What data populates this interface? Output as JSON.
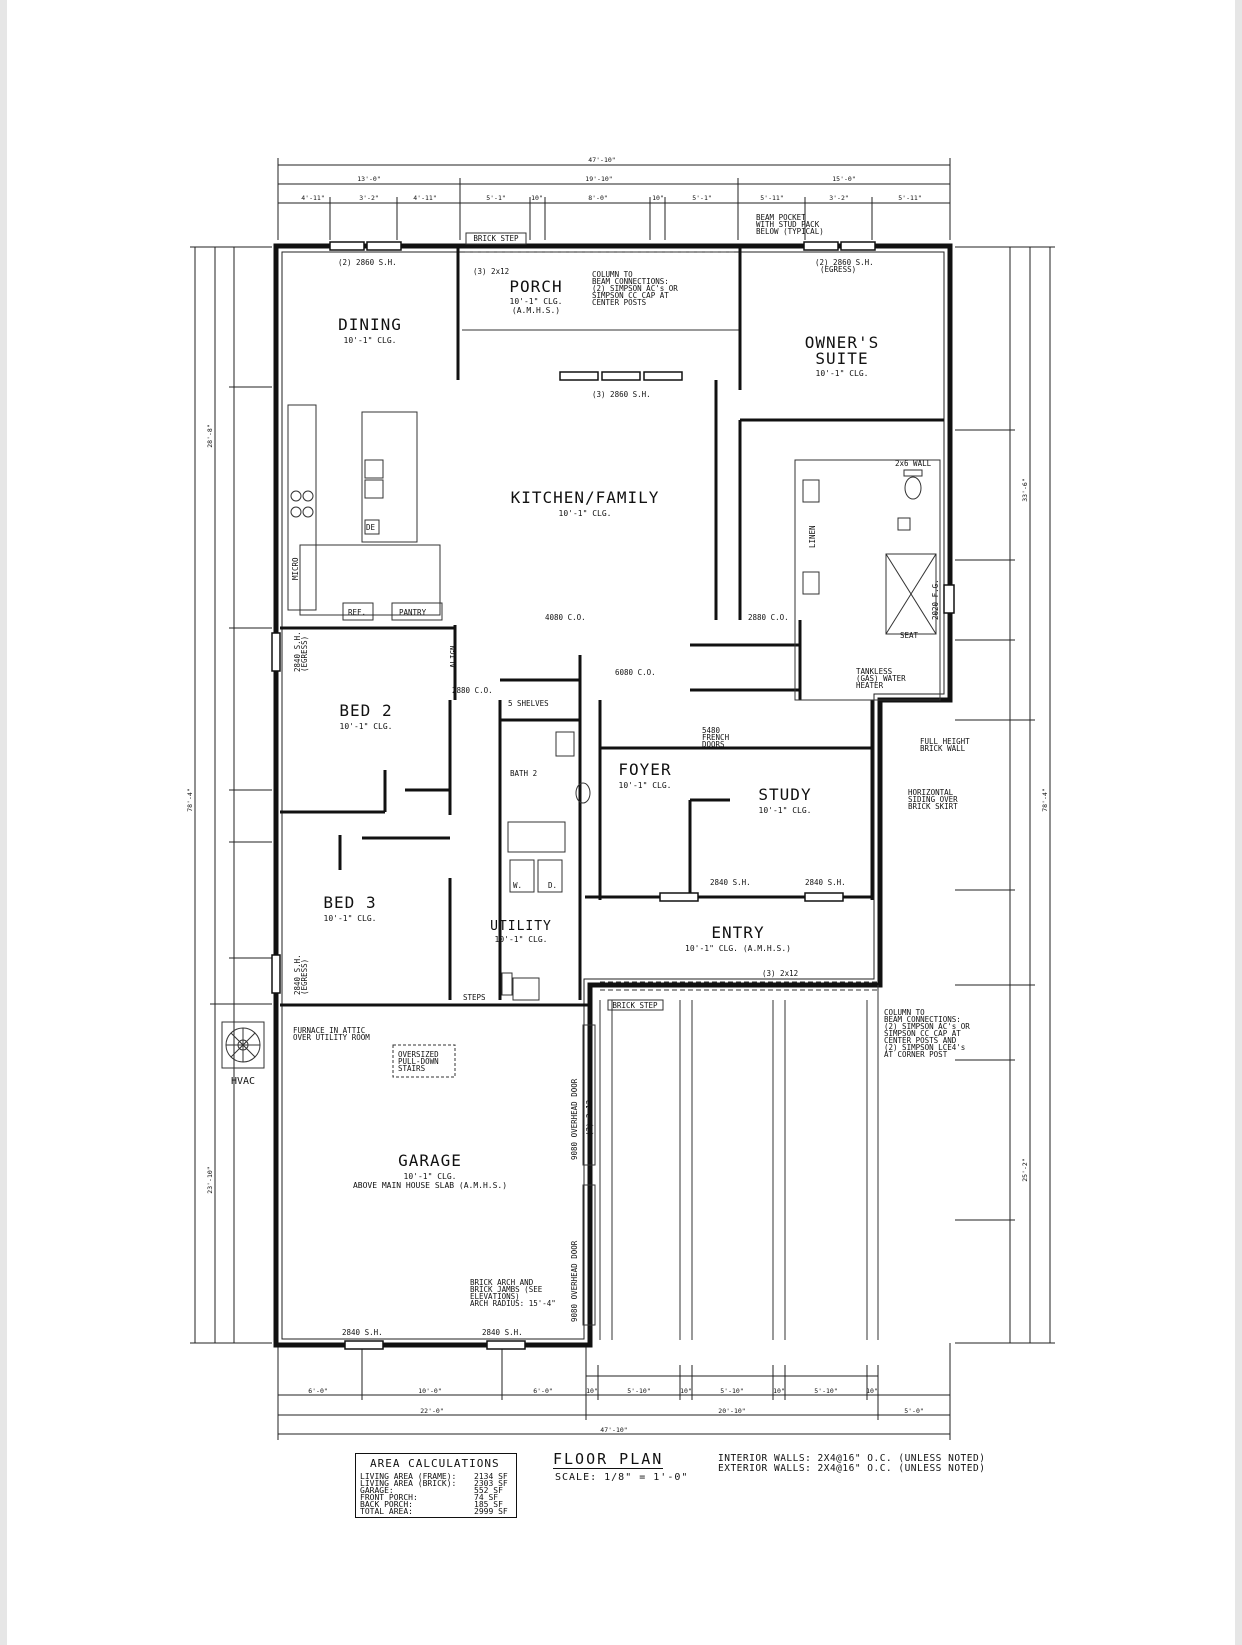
{
  "rooms": {
    "porch": {
      "name": "PORCH",
      "clg": "10'-1\" CLG.",
      "note": "(A.M.H.S.)"
    },
    "dining": {
      "name": "DINING",
      "clg": "10'-1\" CLG."
    },
    "owners": {
      "name1": "OWNER'S",
      "name2": "SUITE",
      "clg": "10'-1\" CLG."
    },
    "kitchen": {
      "name": "KITCHEN/FAMILY",
      "clg": "10'-1\" CLG."
    },
    "bed2": {
      "name": "BED 2",
      "clg": "10'-1\" CLG."
    },
    "foyer": {
      "name": "FOYER",
      "clg": "10'-1\" CLG."
    },
    "study": {
      "name": "STUDY",
      "clg": "10'-1\" CLG."
    },
    "bed3": {
      "name": "BED 3",
      "clg": "10'-1\" CLG."
    },
    "utility": {
      "name": "UTILITY",
      "clg": "10'-1\" CLG."
    },
    "entry": {
      "name": "ENTRY",
      "clg": "10'-1\" CLG. (A.M.H.S.)"
    },
    "garage": {
      "name": "GARAGE",
      "clg": "10'-1\" CLG.",
      "note": "ABOVE MAIN HOUSE SLAB (A.M.H.S.)"
    },
    "bath2": {
      "name": "BATH 2"
    },
    "hvac": {
      "name": "HVAC"
    }
  },
  "labels": {
    "brick_step_top": "BRICK STEP",
    "brick_step_bottom": "BRICK STEP",
    "beam_pocket": [
      "BEAM POCKET",
      "WITH STUD PACK",
      "BELOW (TYPICAL)"
    ],
    "column_top": [
      "COLUMN TO",
      "BEAM CONNECTIONS:",
      "(2) SIMPSON AC's OR",
      "SIMPSON CC CAP AT",
      "CENTER POSTS"
    ],
    "column_bottom": [
      "COLUMN TO",
      "BEAM CONNECTIONS:",
      "(2) SIMPSON AC's OR",
      "SIMPSON CC CAP AT",
      "CENTER POSTS AND",
      "(2) SIMPSON LCE4's",
      "AT CORNER POST"
    ],
    "win_dining": "(2) 2860 S.H.",
    "win_owners": [
      "(2) 2860 S.H.",
      "(EGRESS)"
    ],
    "win_kitchen": "(3) 2860 S.H.",
    "three_2x12_top": "(3) 2x12",
    "three_2x12_entry": "(3) 2x12",
    "micro": "MICRO",
    "ref": "REF.",
    "pantry": "PANTRY",
    "de": "DE",
    "linen": "LINEN",
    "co_4080": "4080 C.O.",
    "co_2880": "2880 C.O.",
    "co_6080": "6080 C.O.",
    "co_2880_b": "2880 C.O.",
    "shelves": "5 SHELVES",
    "align": "ALIGN",
    "french": [
      "5480",
      "FRENCH",
      "DOORS"
    ],
    "full_height": [
      "FULL HEIGHT",
      "BRICK WALL"
    ],
    "horizontal": [
      "HORIZONTAL",
      "SIDING OVER",
      "BRICK SKIRT"
    ],
    "tankless": [
      "TANKLESS",
      "(GAS) WATER",
      "HEATER"
    ],
    "seat": "SEAT",
    "fg": "2020 F.G.",
    "wall_2x6": "2x6 WALL",
    "egress_bed2": [
      "2840 S.H.",
      "(EGRESS)"
    ],
    "egress_bed3": [
      "2840 S.H.",
      "(EGRESS)"
    ],
    "furnace": [
      "FURNACE IN ATTIC",
      "OVER UTILITY ROOM"
    ],
    "stairs": [
      "OVERSIZED",
      "PULL-DOWN",
      "STAIRS"
    ],
    "steps": "STEPS",
    "garage_door_1": "9080 OVERHEAD DOOR",
    "garage_door_2": "9080 OVERHEAD DOOR",
    "garage_3x12": "(3) 2x12",
    "brick_arch": [
      "BRICK ARCH AND",
      "BRICK JAMBS (SEE",
      "ELEVATIONS)",
      "ARCH RADIUS: 15'-4\""
    ],
    "win_study_1": "2840 S.H.",
    "win_study_2": "2840 S.H.",
    "win_garage_1": "2840 S.H.",
    "win_garage_2": "2840 S.H.",
    "w": "W.",
    "dr": "D."
  },
  "dims": {
    "overall_top": "47'-10\"",
    "top_a": "13'-0\"",
    "top_b": "19'-10\"",
    "top_c": "15'-0\"",
    "top_1": "4'-11\"",
    "top_2": "3'-2\"",
    "top_3": "4'-11\"",
    "top_4": "5'-1\"",
    "top_5": "10\"",
    "top_6": "8'-0\"",
    "top_7": "10\"",
    "top_8": "5'-1\"",
    "top_9": "5'-11\"",
    "top_10": "3'-2\"",
    "top_11": "5'-11\"",
    "bot_1": "6'-0\"",
    "bot_2": "10'-0\"",
    "bot_3": "6'-0\"",
    "bot_4": "10\"",
    "bot_5": "5'-10\"",
    "bot_6": "10\"",
    "bot_7": "5'-10\"",
    "bot_8": "10\"",
    "bot_9": "5'-10\"",
    "bot_10": "10\"",
    "bot_22": "22'-0\"",
    "bot_2010": "20'-10\"",
    "bot_50": "5'-0\"",
    "overall_bot": "47'-10\"",
    "left_total": "78'-4\"",
    "left_28": "28'-8\"",
    "left_23": "23'-10\"",
    "right_total": "78'-4\"",
    "right_33": "33'-6\"",
    "right_25": "25'-2\""
  },
  "area": {
    "title": "AREA CALCULATIONS",
    "rows": [
      {
        "label": "LIVING AREA (FRAME):",
        "value": "2134 SF"
      },
      {
        "label": "LIVING AREA (BRICK):",
        "value": "2303 SF"
      },
      {
        "label": "GARAGE:",
        "value": "552 SF"
      },
      {
        "label": "FRONT PORCH:",
        "value": "74 SF"
      },
      {
        "label": "BACK PORCH:",
        "value": "185 SF"
      },
      {
        "label": "TOTAL AREA:",
        "value": "2999 SF"
      }
    ]
  },
  "title": {
    "name": "FLOOR PLAN",
    "scale": "SCALE: 1/8\" = 1'-0\""
  },
  "notes": [
    "INTERIOR WALLS: 2X4@16\" O.C. (UNLESS NOTED)",
    "EXTERIOR WALLS: 2X4@16\" O.C. (UNLESS NOTED)"
  ]
}
